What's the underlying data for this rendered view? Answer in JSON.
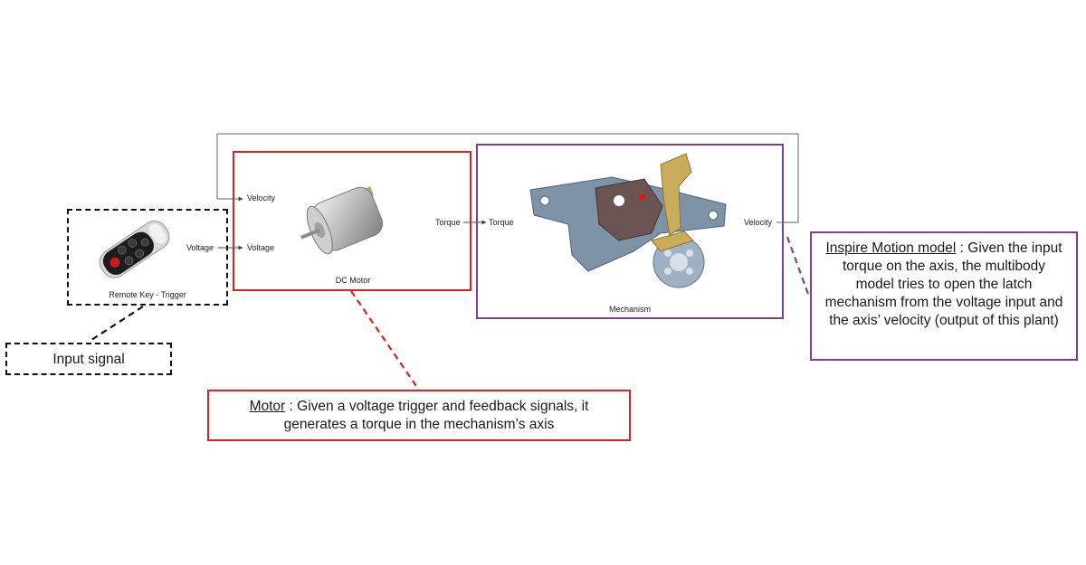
{
  "blocks": {
    "remote_key": {
      "label": "Remote Key - Trigger",
      "output_port": "Voltage"
    },
    "dc_motor": {
      "label": "DC Motor",
      "input_ports": [
        "Velocity",
        "Voltage"
      ],
      "output_port": "Torque"
    },
    "mechanism": {
      "label": "Mechanism",
      "input_port": "Torque",
      "output_port": "Velocity"
    }
  },
  "callouts": {
    "input_signal": {
      "text": "Input signal"
    },
    "motor": {
      "title": "Motor",
      "text": " : Given a voltage trigger and feedback signals, it generates a torque in the mechanism’s axis"
    },
    "inspire": {
      "title": "Inspire Motion model",
      "text": " : Given the input torque on the axis, the multibody model tries to open the latch mechanism from the voltage input and the axis’ velocity (output of this plant)"
    }
  },
  "colors": {
    "motor_accent": "#e0211f",
    "inspire_accent": "#7a3fa0",
    "input_accent": "#111111",
    "wire": "#444444"
  },
  "icons": {
    "remote_key": "key-fob-image",
    "dc_motor": "dc-motor-image",
    "mechanism": "latch-mechanism-image"
  }
}
